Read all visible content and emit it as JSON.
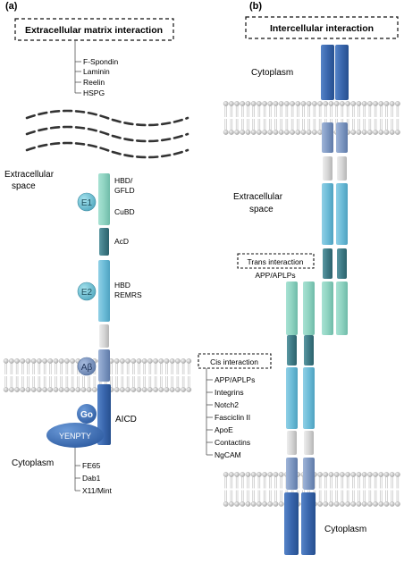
{
  "panel_a": {
    "label": "(a)",
    "ecm_box": "Extracellular matrix interaction",
    "ecm_ligands": [
      "F-Spondin",
      "Laminin",
      "Reelin",
      "HSPG"
    ],
    "extracellular_label": [
      "Extracellular",
      "space"
    ],
    "cytoplasm_label": "Cytoplasm",
    "domain_e1": "E1",
    "domain_e2": "E2",
    "domain_abeta": "Aβ",
    "domain_go": "Go",
    "domain_yenpty": "YENPTY",
    "label_hbd_gfld": [
      "HBD/",
      "GFLD"
    ],
    "label_cubd": "CuBD",
    "label_acd": "AcD",
    "label_hbd_remrs": [
      "HBD",
      "REMRS"
    ],
    "label_aicd": "AICD",
    "cyto_ligands": [
      "FE65",
      "Dab1",
      "X11/Mint"
    ]
  },
  "panel_b": {
    "label": "(b)",
    "box": "Intercellular interaction",
    "cytoplasm_top": "Cytoplasm",
    "extracellular_label": [
      "Extracellular",
      "space"
    ],
    "trans_box": "Trans interaction",
    "trans_sub": "APP/APLPs",
    "cis_box": "Cis interaction",
    "cis_ligands": [
      "APP/APLPs",
      "Integrins",
      "Notch2",
      "Fasciclin II",
      "ApoE",
      "Contactins",
      "NgCAM"
    ],
    "cytoplasm_bottom": "Cytoplasm"
  },
  "colors": {
    "membrane_head": "#c9c9c9",
    "e1": "#8fd3c1",
    "acd": "#3f7b86",
    "e2": "#6cbcd8",
    "linker": "#d6d6d6",
    "tm": "#7e98c2",
    "icd": "#3966ad",
    "yenpty": "#4373b8"
  }
}
